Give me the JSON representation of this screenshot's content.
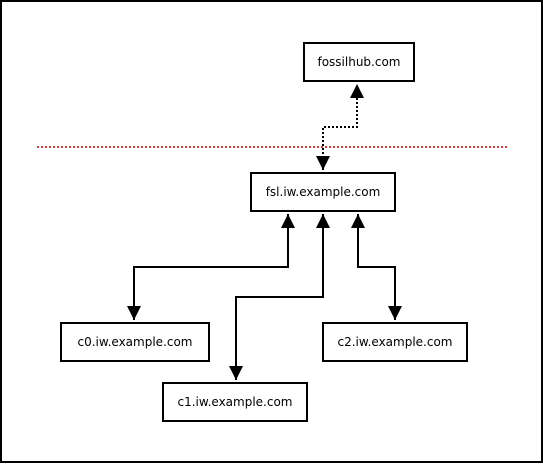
{
  "colors": {
    "border": "#000000",
    "boundary": "#cc0000",
    "background": "#ffffff"
  },
  "nodes": {
    "fossilhub": "fossilhub.com",
    "fsl": "fsl.iw.example.com",
    "c0": "c0.iw.example.com",
    "c1": "c1.iw.example.com",
    "c2": "c2.iw.example.com"
  },
  "connections": [
    {
      "from": "fsl",
      "to": "fossilhub",
      "style": "dotted",
      "direction": "both"
    },
    {
      "from": "fsl",
      "to": "c0",
      "style": "solid",
      "direction": "both"
    },
    {
      "from": "fsl",
      "to": "c1",
      "style": "solid",
      "direction": "both"
    },
    {
      "from": "fsl",
      "to": "c2",
      "style": "solid",
      "direction": "both"
    }
  ]
}
